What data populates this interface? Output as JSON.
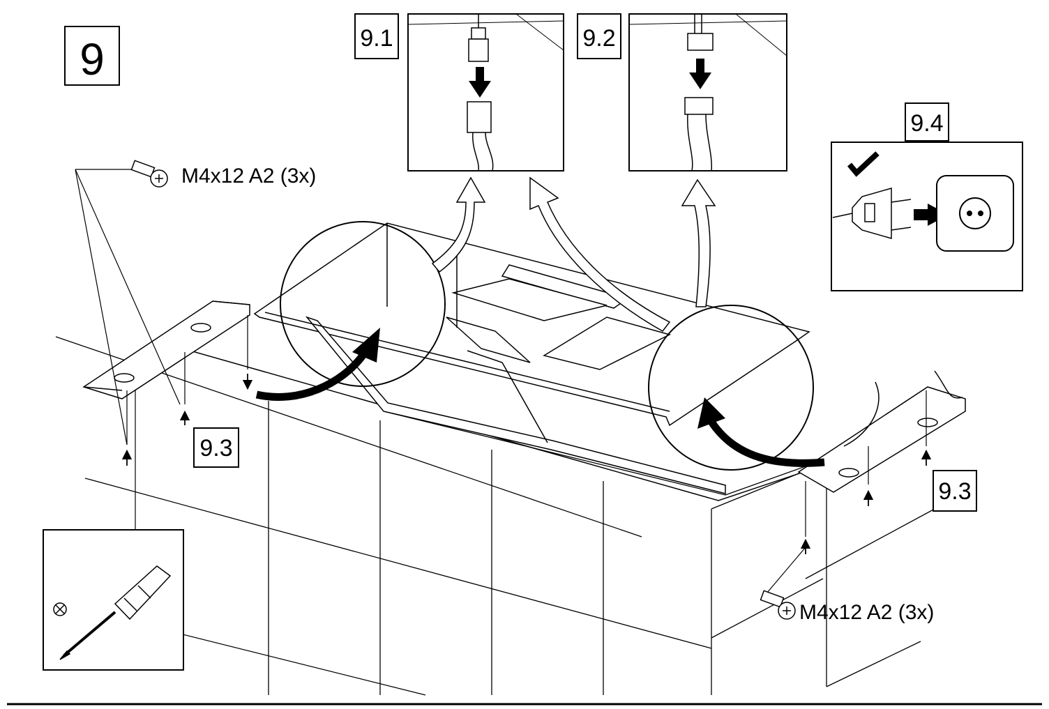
{
  "step": {
    "number": "9"
  },
  "details": [
    {
      "id": "9.1",
      "label": "9.1"
    },
    {
      "id": "9.2",
      "label": "9.2"
    },
    {
      "id": "9.3a",
      "label": "9.3"
    },
    {
      "id": "9.3b",
      "label": "9.3"
    },
    {
      "id": "9.4",
      "label": "9.4"
    }
  ],
  "screws": {
    "left": {
      "spec": "M4x12 A2 (3x)"
    },
    "right": {
      "spec": "M4x12 A2 (3x)"
    }
  },
  "icons": {
    "screw": "phillips-screw-icon",
    "screwdriver": "phillips-screwdriver-icon",
    "check": "checkmark-icon",
    "plug": "power-plug-icon",
    "socket": "wall-socket-icon"
  }
}
